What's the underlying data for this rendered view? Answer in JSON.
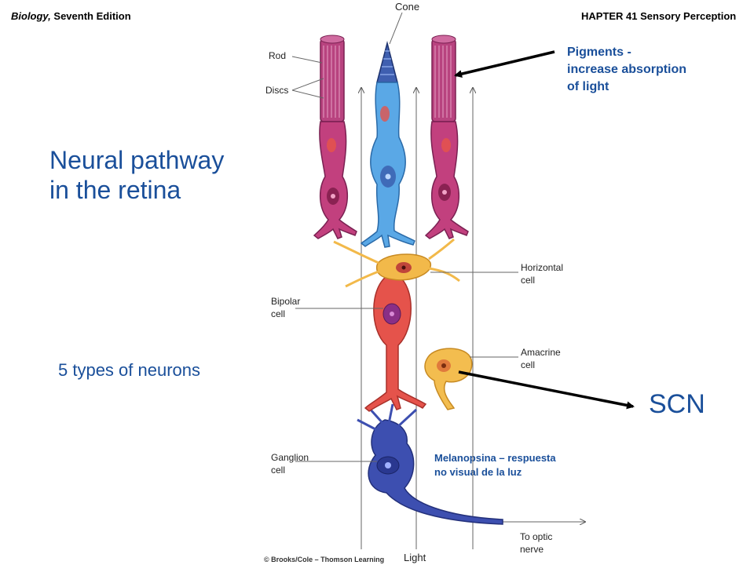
{
  "header": {
    "book_title": "Biology,",
    "book_edition": " Seventh Edition",
    "chapter": "HAPTER 41 Sensory Perception"
  },
  "slide": {
    "title_line1": "Neural pathway",
    "title_line2": "in the retina",
    "neuron_types": "5 types of neurons",
    "pigments_line1": "Pigments -",
    "pigments_line2": "increase absorption",
    "pigments_line3": "of light",
    "scn": "SCN",
    "melanopsin_line1": "Melanopsina – respuesta",
    "melanopsin_line2": "no visual de la luz"
  },
  "diagram": {
    "labels": {
      "cone": "Cone",
      "rod": "Rod",
      "discs": "Discs",
      "horizontal_1": "Horizontal",
      "horizontal_2": "cell",
      "bipolar_1": "Bipolar",
      "bipolar_2": "cell",
      "amacrine_1": "Amacrine",
      "amacrine_2": "cell",
      "ganglion_1": "Ganglion",
      "ganglion_2": "cell",
      "optic_1": "To optic",
      "optic_2": "nerve",
      "light": "Light",
      "credit": "© Brooks/Cole – Thomson Learning"
    },
    "colors": {
      "rod": "#c2407e",
      "cone": "#5aa8e6",
      "horizontal": "#f2b94a",
      "bipolar": "#e5534b",
      "amacrine": "#f3bd4f",
      "ganglion": "#3d4fb0",
      "text_blue": "#1a4f9a"
    }
  }
}
